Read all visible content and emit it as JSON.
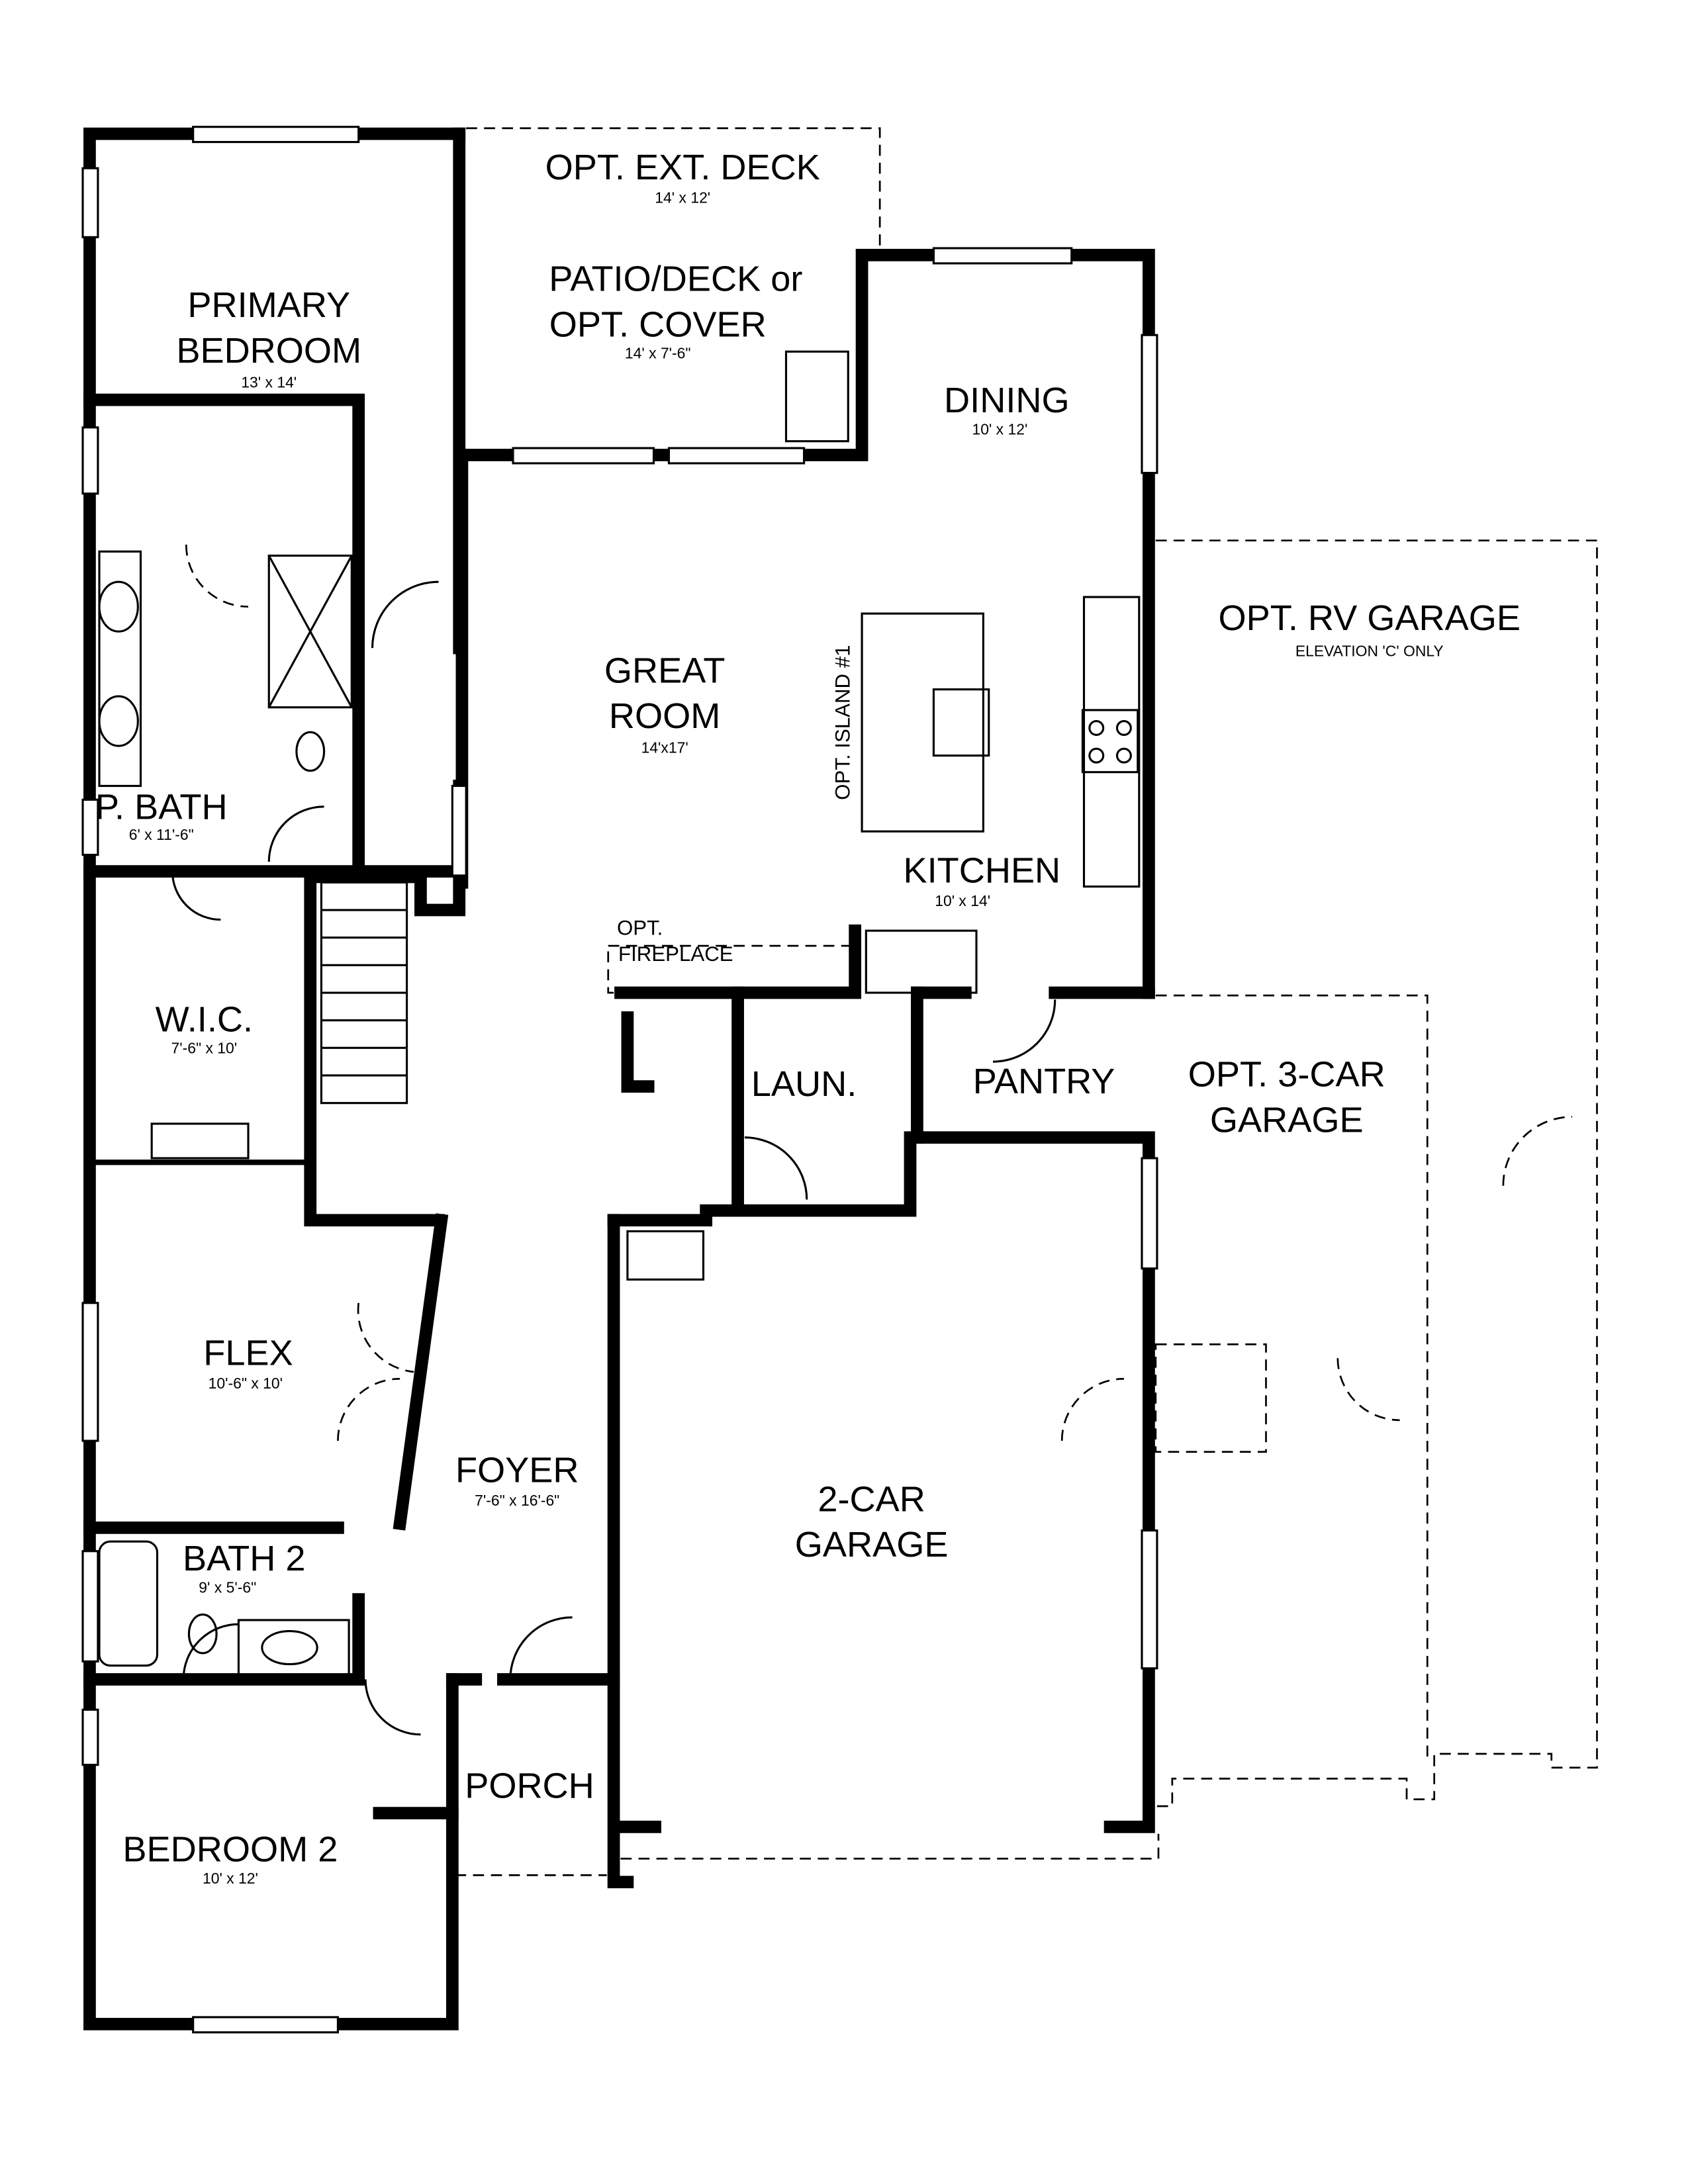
{
  "rooms": {
    "ext_deck": {
      "name": "OPT. EXT. DECK",
      "dims": "14' x 12'"
    },
    "patio": {
      "name_line1": "PATIO/DECK or",
      "name_line2": "OPT. COVER",
      "dims": "14' x 7'-6\""
    },
    "primary_bedroom": {
      "name_line1": "PRIMARY",
      "name_line2": "BEDROOM",
      "dims": "13' x 14'"
    },
    "dining": {
      "name": "DINING",
      "dims": "10' x 12'"
    },
    "rv_garage": {
      "name": "OPT. RV GARAGE",
      "note": "ELEVATION 'C' ONLY"
    },
    "great_room": {
      "name_line1": "GREAT",
      "name_line2": "ROOM",
      "dims": "14'x17'"
    },
    "island": {
      "name": "OPT. ISLAND #1"
    },
    "p_bath": {
      "name": "P. BATH",
      "dims": "6' x 11'-6\""
    },
    "kitchen": {
      "name": "KITCHEN",
      "dims": "10' x 14'"
    },
    "fireplace": {
      "name_line1": "OPT.",
      "name_line2": "FIREPLACE"
    },
    "wic": {
      "name": "W.I.C.",
      "dims": "7'-6\" x 10'"
    },
    "laundry": {
      "name": "LAUN."
    },
    "pantry": {
      "name": "PANTRY"
    },
    "three_car": {
      "name_line1": "OPT. 3-CAR",
      "name_line2": "GARAGE"
    },
    "flex": {
      "name": "FLEX",
      "dims": "10'-6\" x 10'"
    },
    "foyer": {
      "name": "FOYER",
      "dims": "7'-6\" x 16'-6\""
    },
    "two_car": {
      "name_line1": "2-CAR",
      "name_line2": "GARAGE"
    },
    "bath2": {
      "name": "BATH 2",
      "dims": "9' x 5'-6\""
    },
    "porch": {
      "name": "PORCH"
    },
    "bedroom2": {
      "name": "BEDROOM 2",
      "dims": "10' x 12'"
    }
  }
}
